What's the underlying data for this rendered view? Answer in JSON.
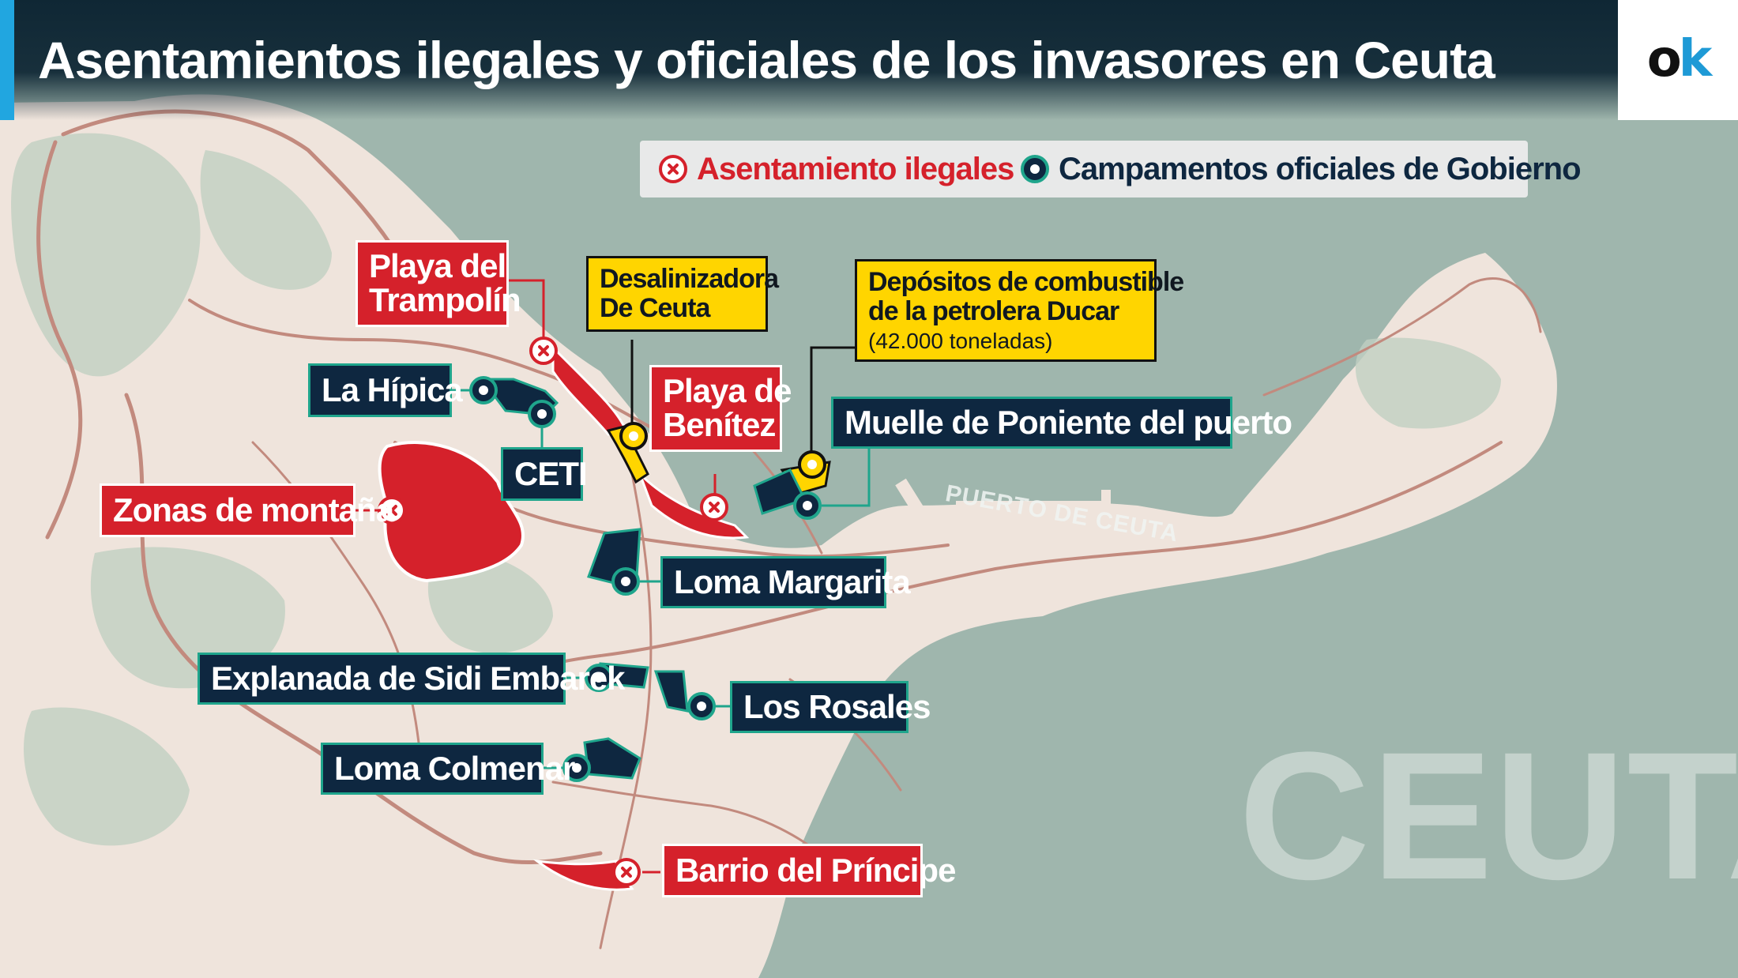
{
  "title": "Asentamientos ilegales y oficiales de los invasores en Ceuta",
  "logo": {
    "letter_o": "o",
    "letter_k": "k"
  },
  "legend": {
    "illegal": {
      "label": "Asentamiento ilegales",
      "icon": "x-circle-icon"
    },
    "official": {
      "label": "Campamentos oficiales de Gobierno",
      "icon": "camp-dot-icon"
    }
  },
  "colors": {
    "illegal_red": "#d5212b",
    "official_navy": "#0e2740",
    "official_teal": "#1fa58c",
    "infrastructure_yellow": "#ffd500",
    "title_bar": "#0c2432",
    "accent_blue": "#21a6e0",
    "land": "#efe4dc",
    "sea": "#9fb6ad",
    "roads": "#c28a7e",
    "vegetation": "#a9bfae"
  },
  "illegal_settlements": [
    {
      "name": "Playa del Trampolín",
      "lines": [
        "Playa del",
        "Trampolín"
      ]
    },
    {
      "name": "Playa de Benítez",
      "lines": [
        "Playa de",
        "Benítez"
      ]
    },
    {
      "name": "Zonas de montaña",
      "lines": [
        "Zonas de montaña"
      ]
    },
    {
      "name": "Barrio del Príncipe",
      "lines": [
        "Barrio del Príncipe"
      ]
    }
  ],
  "official_camps": [
    {
      "name": "La Hípica"
    },
    {
      "name": "CETI"
    },
    {
      "name": "Muelle de Poniente del puerto"
    },
    {
      "name": "Loma Margarita"
    },
    {
      "name": "Explanada de Sidi Embarek"
    },
    {
      "name": "Los Rosales"
    },
    {
      "name": "Loma Colmenar"
    }
  ],
  "infrastructure": [
    {
      "name": "Desalinizadora De Ceuta",
      "lines": [
        "Desalinizadora",
        "De Ceuta"
      ]
    },
    {
      "name": "Depósitos de combustible de la petrolera Ducar",
      "lines": [
        "Depósitos de combustible",
        "de la petrolera Ducar"
      ],
      "note": "(42.000 toneladas)"
    }
  ],
  "map_labels": {
    "port": "PUERTO DE CEUTA",
    "city": "CEUTA"
  }
}
